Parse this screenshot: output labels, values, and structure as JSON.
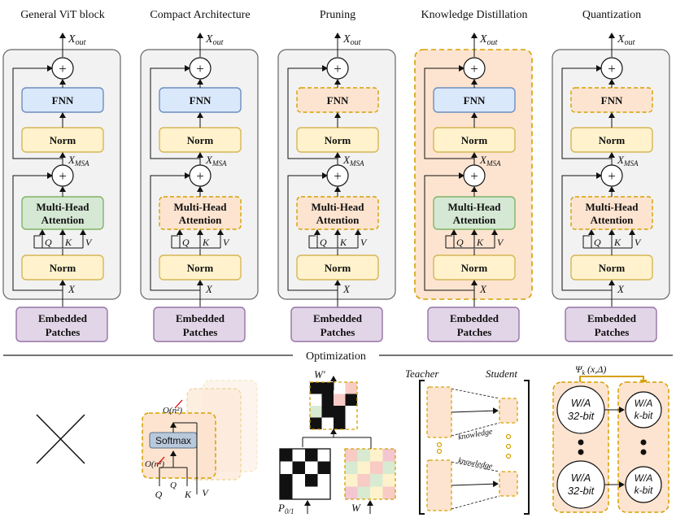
{
  "colors": {
    "panel_fill": "#f2f2f2",
    "panel_stroke": "#666666",
    "fnn_fill": "#dae8fc",
    "fnn_stroke": "#6c8ebf",
    "norm_fill": "#fff2cc",
    "norm_stroke": "#d6b656",
    "mha_fill": "#d5e8d4",
    "mha_stroke": "#82b366",
    "embed_fill": "#e1d5e7",
    "embed_stroke": "#9673a6",
    "opt_fill": "#fde4d0",
    "opt_stroke": "#d6a000"
  },
  "panels": [
    {
      "title": "General ViT block",
      "panel_style": "plain",
      "fnn": "normal",
      "mha": "normal"
    },
    {
      "title": "Compact Architecture",
      "panel_style": "plain",
      "fnn": "normal",
      "mha": "optimized"
    },
    {
      "title": "Pruning",
      "panel_style": "plain",
      "fnn": "optimized",
      "mha": "optimized"
    },
    {
      "title": "Knowledge Distillation",
      "panel_style": "optimized",
      "fnn": "normal",
      "mha": "normal"
    },
    {
      "title": "Quantization",
      "panel_style": "plain",
      "fnn": "optimized",
      "mha": "optimized"
    }
  ],
  "block": {
    "fnn": "FNN",
    "norm": "Norm",
    "mha_line1": "Multi-Head",
    "mha_line2": "Attention",
    "plus": "+",
    "x_out_main": "X",
    "x_out_sub": "out",
    "x_msa_main": "X",
    "x_msa_sub": "MSA",
    "x_in": "X",
    "q": "Q",
    "k": "K",
    "v": "V",
    "embed_line1": "Embedded",
    "embed_line2": "Patches"
  },
  "optimization": {
    "title": "Optimization",
    "compact": {
      "complexity_top": "O(n²)",
      "complexity_bottom": "O(n²)",
      "softmax": "Softmax",
      "q1": "Q",
      "q2": "Q",
      "k": "K",
      "v": "V"
    },
    "pruning": {
      "w_prime": "W′",
      "p_main": "P",
      "p_sub": "0/1",
      "w": "W"
    },
    "kd": {
      "teacher": "Teacher",
      "student": "Student",
      "knowledge_1": "knowledge",
      "knowledge_2": "knowledge"
    },
    "quant": {
      "psi_main": "Ψ",
      "psi_sub": "k",
      "psi_args": "(x,Δ)",
      "left_top_1": "W/A",
      "left_top_2": "32-bit",
      "left_bot_1": "W/A",
      "left_bot_2": "32-bit",
      "right_top_1": "W/A",
      "right_top_2": "k-bit",
      "right_bot_1": "W/A",
      "right_bot_2": "k-bit"
    }
  }
}
